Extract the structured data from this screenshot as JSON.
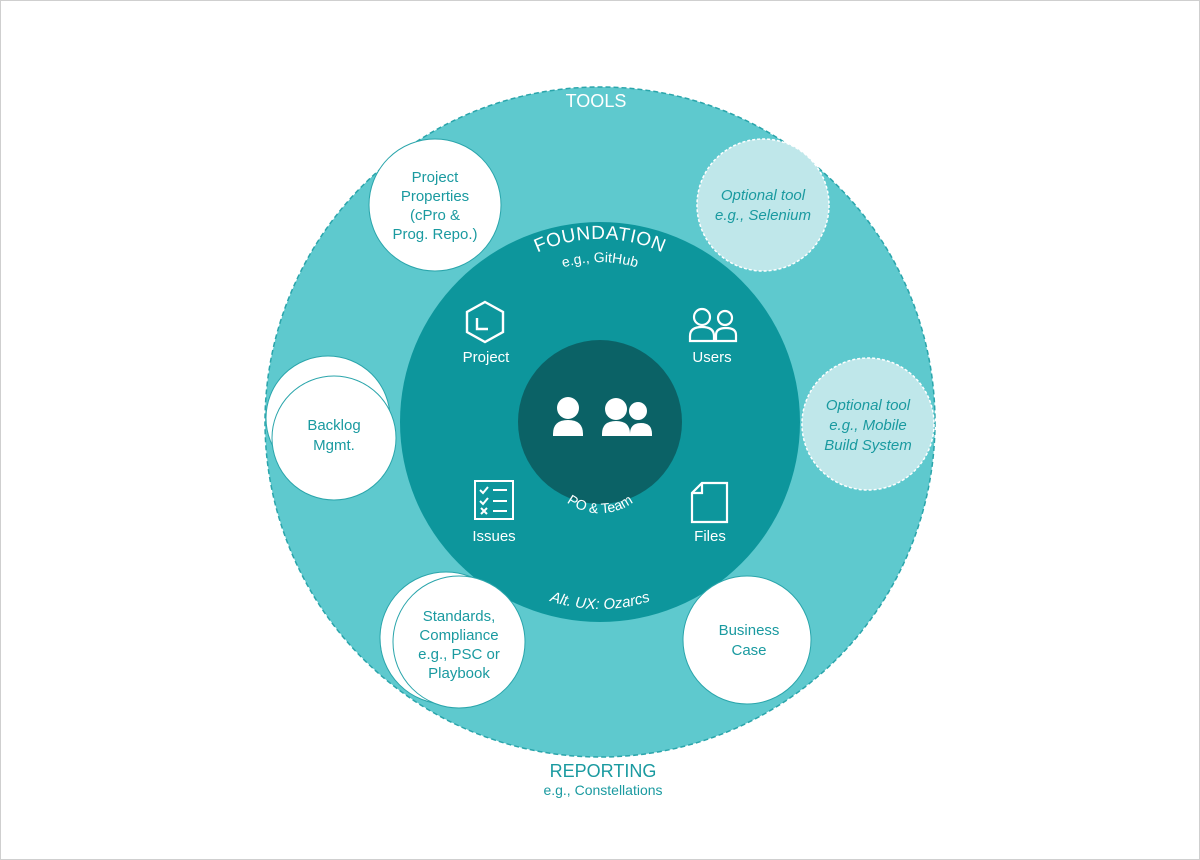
{
  "outer": {
    "top_label": "TOOLS",
    "bottom_title": "REPORTING",
    "bottom_sub": "e.g., Constellations"
  },
  "foundation": {
    "title": "FOUNDATION",
    "sub": "e.g., GitHub",
    "alt": "Alt. UX: Ozarcs"
  },
  "center": {
    "label": "PO & Team"
  },
  "items": {
    "project": "Project",
    "users": "Users",
    "issues": "Issues",
    "files": "Files"
  },
  "tools": {
    "props": {
      "l1": "Project",
      "l2": "Properties",
      "l3": "(cPro &",
      "l4": "Prog. Repo.)"
    },
    "selenium": {
      "l1": "Optional tool",
      "l2": "e.g., Selenium"
    },
    "backlog": {
      "l1": "Backlog",
      "l2": "Mgmt."
    },
    "mobile": {
      "l1": "Optional tool",
      "l2": "e.g., Mobile",
      "l3": "Build System"
    },
    "standards": {
      "l1": "Standards,",
      "l2": "Compliance",
      "l3": "e.g., PSC or",
      "l4": "Playbook"
    },
    "business": {
      "l1": "Business",
      "l2": "Case"
    }
  },
  "colors": {
    "outer_fill": "#5ec9ce",
    "outer_stroke": "#2aa5ab",
    "mid_fill": "#0d969c",
    "inner_fill": "#0b6266",
    "text_teal": "#1a9aa0",
    "light_bubble": "#bfe7ea"
  }
}
